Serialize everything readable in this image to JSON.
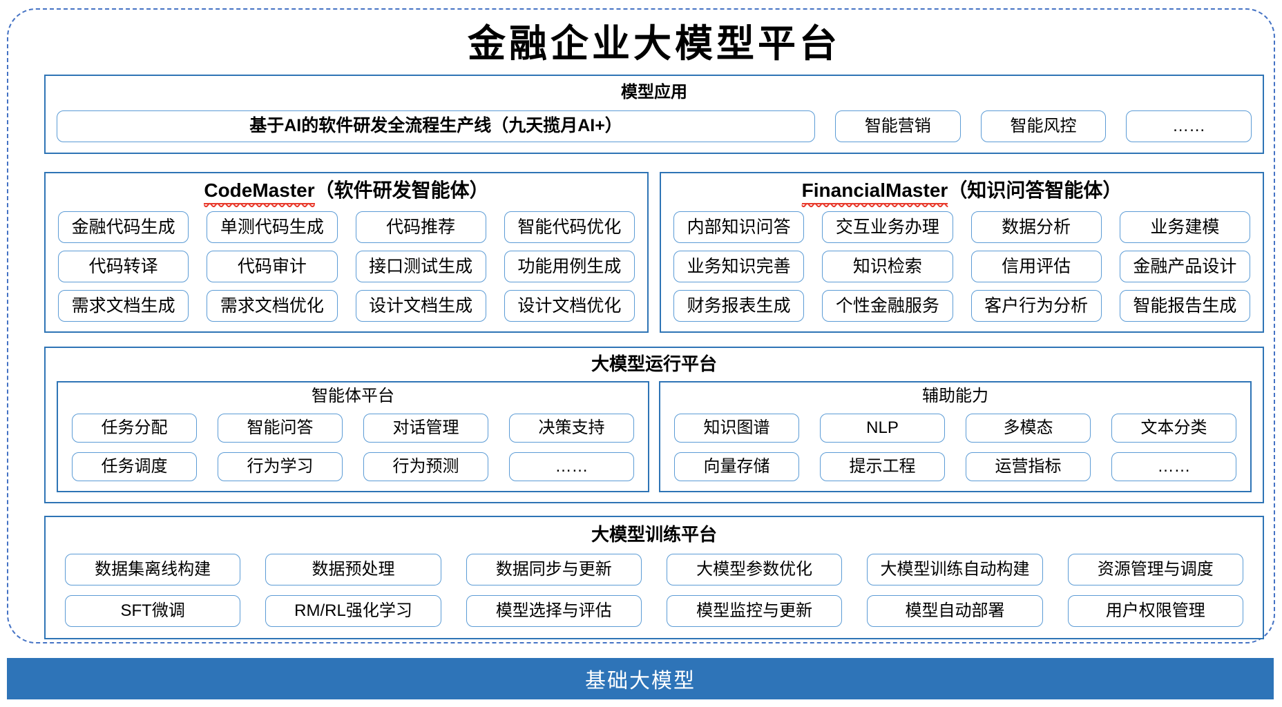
{
  "title": "金融企业大模型平台",
  "colors": {
    "frame_dashed_border": "#4472C4",
    "section_border": "#2E74B5",
    "item_border": "#5B9BD5",
    "squiggle_red": "#E8392B",
    "base_bar_bg": "#2E74B8",
    "base_bar_text": "#FFFFFF",
    "text": "#000000"
  },
  "sections": {
    "model_app": {
      "title": "模型应用",
      "main_item": "基于AI的软件研发全流程生产线（九天揽月AI+）",
      "items": [
        "智能营销",
        "智能风控",
        "……"
      ]
    },
    "code_master": {
      "title_en": "CodeMaster",
      "title_zh": "（软件研发智能体）",
      "items": [
        "金融代码生成",
        "单测代码生成",
        "代码推荐",
        "智能代码优化",
        "代码转译",
        "代码审计",
        "接口测试生成",
        "功能用例生成",
        "需求文档生成",
        "需求文档优化",
        "设计文档生成",
        "设计文档优化"
      ]
    },
    "financial_master": {
      "title_en": "FinancialMaster",
      "title_zh": "（知识问答智能体）",
      "items": [
        "内部知识问答",
        "交互业务办理",
        "数据分析",
        "业务建模",
        "业务知识完善",
        "知识检索",
        "信用评估",
        "金融产品设计",
        "财务报表生成",
        "个性金融服务",
        "客户行为分析",
        "智能报告生成"
      ]
    },
    "runtime": {
      "title": "大模型运行平台",
      "agent_platform": {
        "title": "智能体平台",
        "items": [
          "任务分配",
          "智能问答",
          "对话管理",
          "决策支持",
          "任务调度",
          "行为学习",
          "行为预测",
          "……"
        ]
      },
      "aux_ability": {
        "title": "辅助能力",
        "items": [
          "知识图谱",
          "NLP",
          "多模态",
          "文本分类",
          "向量存储",
          "提示工程",
          "运营指标",
          "……"
        ]
      }
    },
    "training": {
      "title": "大模型训练平台",
      "items": [
        "数据集离线构建",
        "数据预处理",
        "数据同步与更新",
        "大模型参数优化",
        "大模型训练自动构建",
        "资源管理与调度",
        "SFT微调",
        "RM/RL强化学习",
        "模型选择与评估",
        "模型监控与更新",
        "模型自动部署",
        "用户权限管理"
      ]
    }
  },
  "base_model": {
    "label": "基础大模型"
  }
}
